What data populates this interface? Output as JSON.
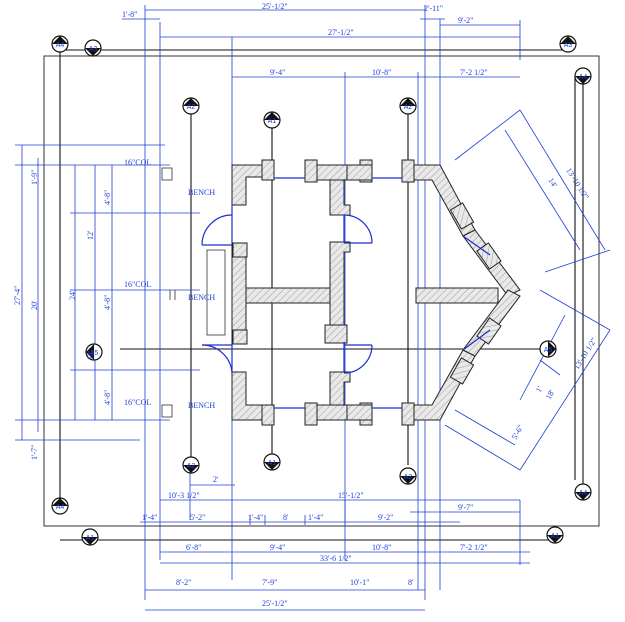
{
  "dims": {
    "top": [
      "25'-1/2\"",
      "1'-8\"",
      "2'-11\"",
      "27'-1/2\"",
      "9'-2\"",
      "9'-4\"",
      "10'-8\"",
      "7'-2 1/2\""
    ],
    "left": [
      "1'-9\"",
      "27'-4\"",
      "20'",
      "4'-8\"",
      "12'",
      "24'",
      "4'-8\"",
      "12'",
      "4'-8\"",
      "1'-7\""
    ],
    "bottom": [
      "2'",
      "10'-3 1/2\"",
      "15'-1/2\"",
      "9'-7\"",
      "1'-4\"",
      "5'-2\"",
      "1'-4\"",
      "8'",
      "1'-4\"",
      "9'-2\"",
      "6'-8\"",
      "9'-4\"",
      "10'-8\"",
      "7'-2 1/2\"",
      "33'-6 1/2\"",
      "8'-2\"",
      "7'-9\"",
      "10'-1\"",
      "8'",
      "25'-1/2\""
    ],
    "right": [
      "13'-10 1/2\"",
      "14'",
      "13'-10 1/2\"",
      "1'",
      "18'",
      "5'-6\""
    ]
  },
  "labels": {
    "col1": "16\"COL",
    "col2": "16\"COL",
    "col3": "16\"COL",
    "bench1": "BENCH",
    "bench2": "BENCH",
    "bench3": "BENCH"
  },
  "grid_tags": {
    "a1": "A1",
    "a2": "A2",
    "a3": "A3",
    "a4": "A4",
    "a5": "A5"
  }
}
